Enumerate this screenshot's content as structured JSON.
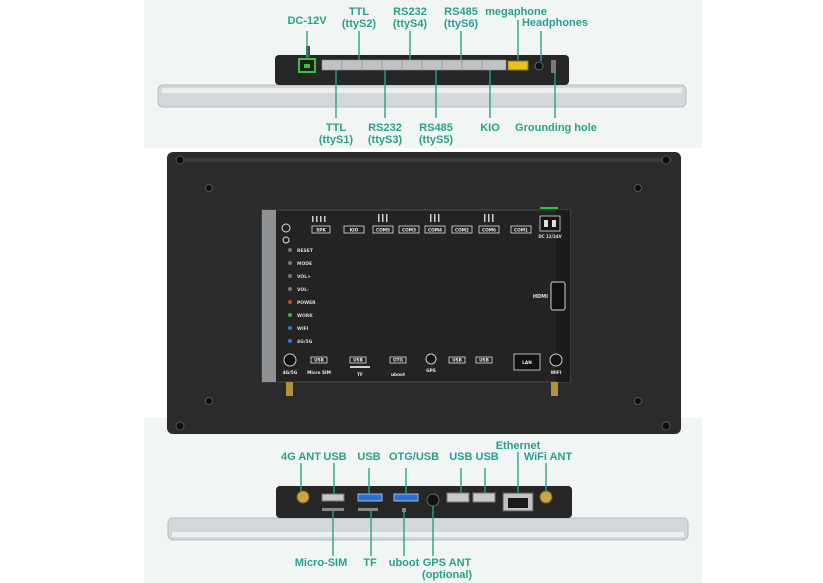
{
  "colors": {
    "accent": "#2aa08a",
    "panel": "#2a2a2a",
    "silver": "#cfd2d4",
    "background_tint": "#f1f6f4"
  },
  "top_callouts": {
    "dc12v": "DC-12V",
    "ttl_s2_a": "TTL",
    "ttl_s2_b": "(ttyS2)",
    "rs232_s4_a": "RS232",
    "rs232_s4_b": "(ttyS4)",
    "rs485_s6_a": "RS485",
    "rs485_s6_b": "(ttyS6)",
    "megaphone": "megaphone",
    "headphones": "Headphones",
    "ttl_s1_a": "TTL",
    "ttl_s1_b": "(ttyS1)",
    "rs232_s3_a": "RS232",
    "rs232_s3_b": "(ttyS3)",
    "rs485_s5_a": "RS485",
    "rs485_s5_b": "(ttyS5)",
    "kio": "KIO",
    "grounding_hole": "Grounding hole"
  },
  "bottom_callouts": {
    "ant_4g": "4G ANT",
    "usb1": "USB",
    "usb2": "USB",
    "otg_usb": "OTG/USB",
    "usb_usb": "USB USB",
    "ethernet": "Ethernet",
    "wifi_ant": "WiFi ANT",
    "micro_sim": "Micro-SIM",
    "tf": "TF",
    "uboot": "uboot",
    "gps_ant_a": "GPS ANT",
    "gps_ant_b": "(optional)"
  },
  "panel_silkscreen": {
    "spk": "SPK",
    "kio": "KIO",
    "com5": "COM5",
    "com3": "COM3",
    "com4": "COM4",
    "com2": "COM2",
    "com6": "COM6",
    "com1": "COM1",
    "dc": "DC 12/24V",
    "hdmi": "HDMI",
    "lan": "LAN",
    "ind_reset": "RESET",
    "ind_mode": "MODE",
    "ind_volp": "VOL+",
    "ind_volm": "VOL-",
    "ind_power": "POWER",
    "ind_work": "WORK",
    "ind_wifi": "WIFI",
    "ind_4g5g": "4G/5G",
    "b_4g5g": "4G/5G",
    "b_usb1": "USB",
    "b_microsim": "Micro SIM",
    "b_usb2": "USB",
    "b_tf": "TF",
    "b_otg": "OTG",
    "b_uboot": "uboot",
    "b_gps": "GPS",
    "b_usb3": "USB",
    "b_usb4": "USB",
    "b_wifi": "WIFI"
  }
}
